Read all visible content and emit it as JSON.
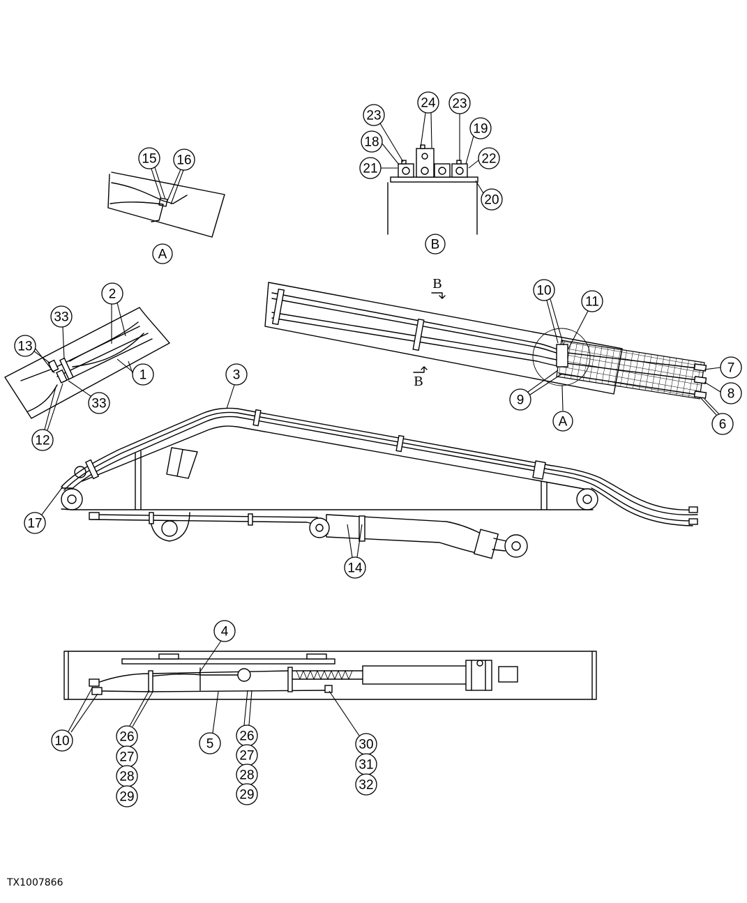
{
  "document_id": "TX1007866",
  "colors": {
    "ink": "#000000",
    "paper": "#ffffff"
  },
  "detail_a": {
    "view_label": "A",
    "callouts": [
      "15",
      "16"
    ]
  },
  "detail_b": {
    "view_label": "B",
    "callouts": [
      "24",
      "23",
      "23",
      "19",
      "18",
      "22",
      "21",
      "20"
    ]
  },
  "boom_end_detail": {
    "callouts": [
      "2",
      "33",
      "13",
      "1",
      "33",
      "12"
    ]
  },
  "arm_detail": {
    "section_label_top": "B",
    "section_label_bottom": "B",
    "detail_ref": "A",
    "callouts": [
      "10",
      "11",
      "7",
      "8",
      "9",
      "6"
    ]
  },
  "boom_view": {
    "callouts": [
      "3",
      "17",
      "14"
    ]
  },
  "arm_side_view": {
    "callouts": [
      "4",
      "10",
      "26",
      "27",
      "28",
      "29",
      "5",
      "26",
      "27",
      "28",
      "29",
      "30",
      "31",
      "32"
    ]
  }
}
